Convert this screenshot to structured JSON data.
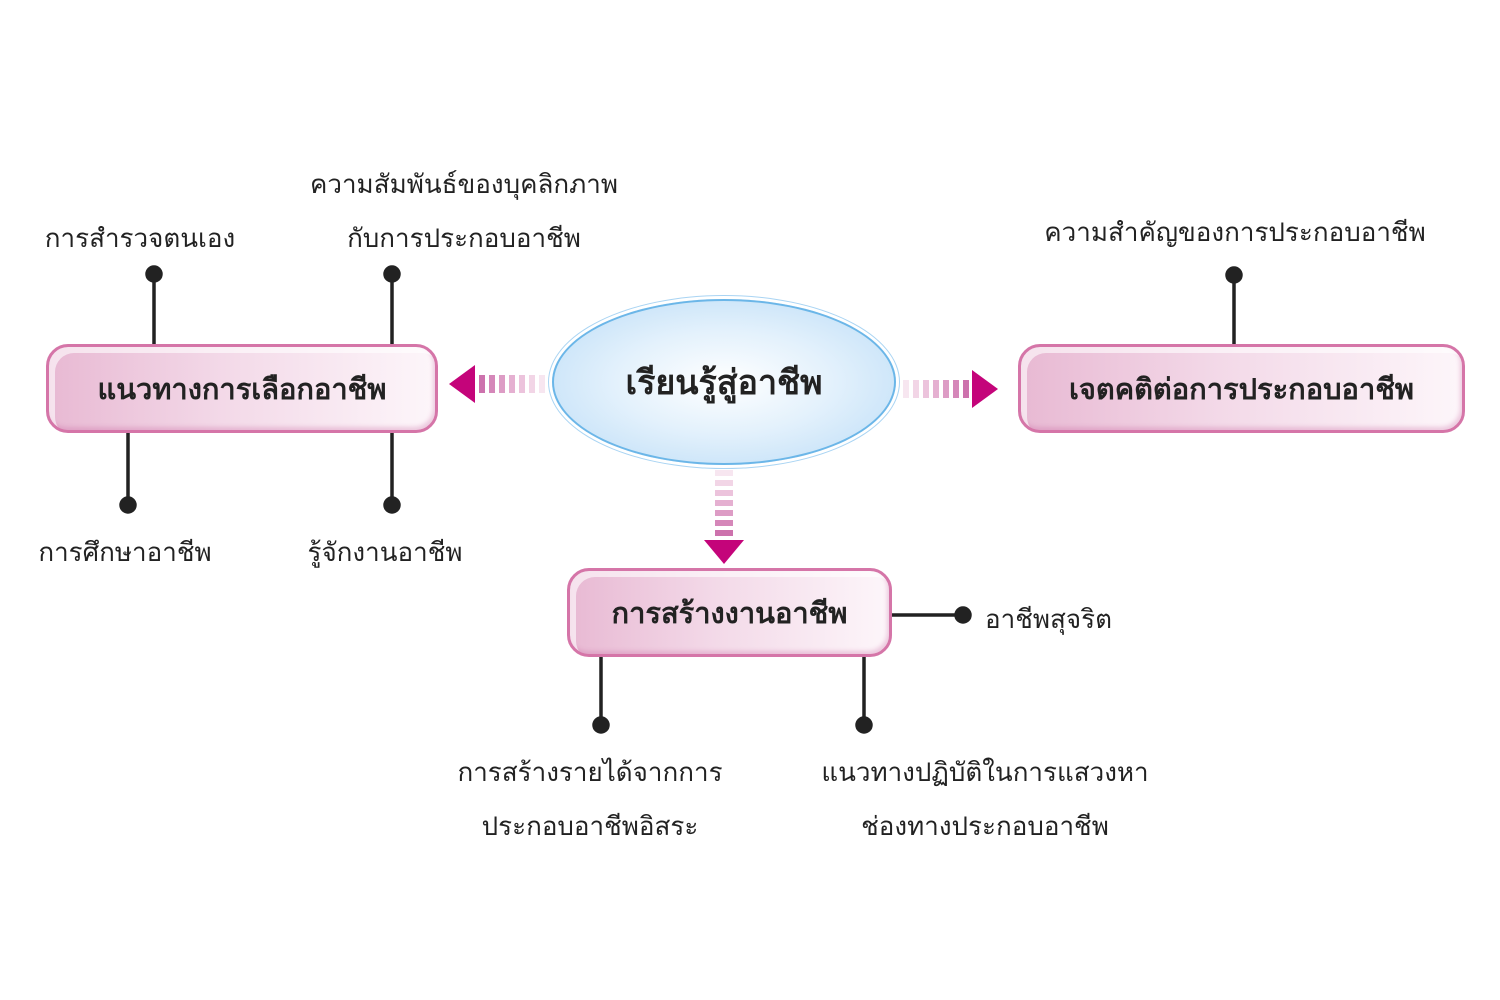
{
  "center": {
    "label": "เรียนรู้สู่อาชีพ"
  },
  "nodes": {
    "left": {
      "label": "แนวทางการเลือกอาชีพ"
    },
    "right": {
      "label": "เจตคติต่อการประกอบอาชีพ"
    },
    "bottom": {
      "label": "การสร้างงานอาชีพ"
    }
  },
  "leaves": {
    "self_survey": "การสำรวจตนเอง",
    "personality_1": "ความสัมพันธ์ของบุคลิกภาพ",
    "personality_2": "กับการประกอบอาชีพ",
    "career_study": "การศึกษาอาชีพ",
    "know_career": "รู้จักงานอาชีพ",
    "importance": "ความสำคัญของการประกอบอาชีพ",
    "honest": "อาชีพสุจริต",
    "income_1": "การสร้างรายได้จากการ",
    "income_2": "ประกอบอาชีพอิสระ",
    "practice_1": "แนวทางปฏิบัติในการแสวงหา",
    "practice_2": "ช่องทางประกอบอาชีพ"
  },
  "colors": {
    "accent": "#c4047a",
    "node_border": "#d575a8",
    "ellipse_border": "#6bb6e8",
    "line": "#222222"
  }
}
